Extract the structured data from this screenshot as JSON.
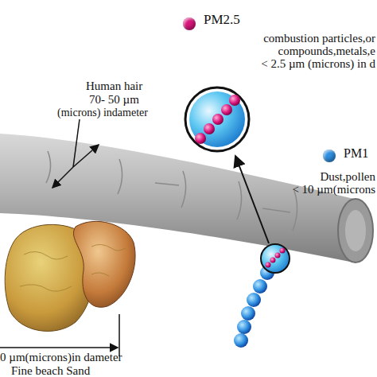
{
  "diagram": {
    "labels": [
      "combustion particles,or",
      "compounds,metals,e",
      "< 2.5 µm (microns) in d",
      "Dust,pollen",
      "< 10 µm(microns",
      "Human hair",
      "70- 50 µm",
      "(microns) indameter",
      "0 µm(microns)in dameter",
      "Fine beach Sand"
    ],
    "legend": [
      {
        "text": "PM2.5",
        "color": "#d8157a"
      },
      {
        "text": "PM1",
        "color": "#2f8fe0"
      }
    ]
  }
}
